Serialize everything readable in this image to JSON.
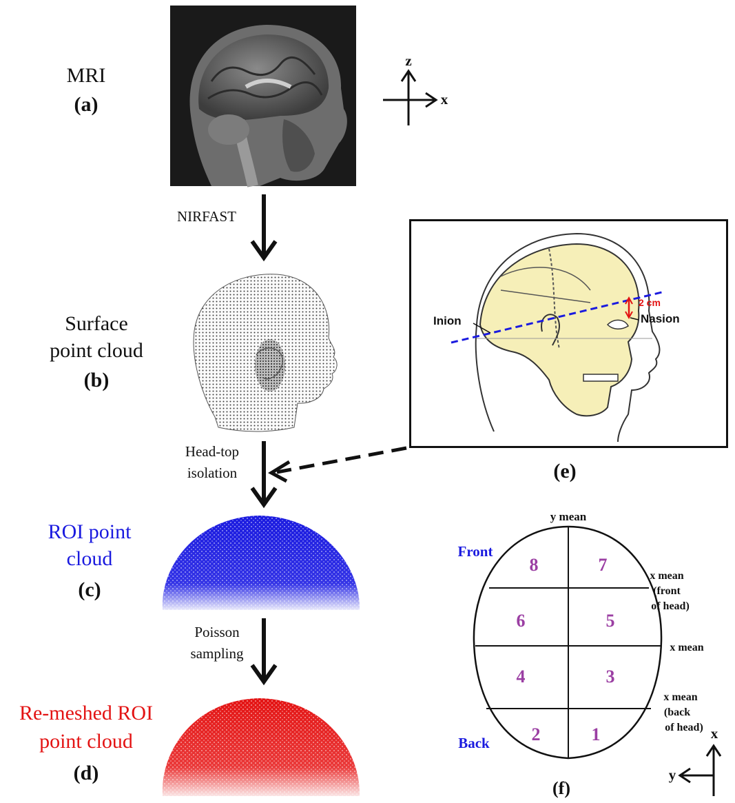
{
  "panel_a": {
    "title": "MRI",
    "tag": "(a)"
  },
  "axes_top": {
    "vertical": "z",
    "horizontal": "x"
  },
  "step_1": {
    "label": "NIRFAST"
  },
  "panel_b": {
    "line1": "Surface",
    "line2": "point cloud",
    "tag": "(b)"
  },
  "step_2": {
    "line1": "Head-top",
    "line2": "isolation"
  },
  "panel_c": {
    "line1": "ROI point",
    "line2": "cloud",
    "tag": "(c)",
    "color": "#1a1adf"
  },
  "step_3": {
    "line1": "Poisson",
    "line2": "sampling"
  },
  "panel_d": {
    "line1": "Re-meshed ROI",
    "line2": "point cloud",
    "tag": "(d)",
    "color": "#e31313"
  },
  "panel_e": {
    "tag": "(e)",
    "inion": "Inion",
    "nasion": "Nasion",
    "distance": "2 cm"
  },
  "panel_f": {
    "tag": "(f)",
    "y_mean": "y mean",
    "front": "Front",
    "back": "Back",
    "x_mean_front_1": "x mean",
    "x_mean_front_2": "(front",
    "x_mean_front_3": "of head)",
    "x_mean": "x mean",
    "x_mean_back_1": "x mean",
    "x_mean_back_2": "(back",
    "x_mean_back_3": "of head)",
    "regions": [
      "8",
      "7",
      "6",
      "5",
      "4",
      "3",
      "2",
      "1"
    ],
    "axis_x": "x",
    "axis_y": "y"
  }
}
